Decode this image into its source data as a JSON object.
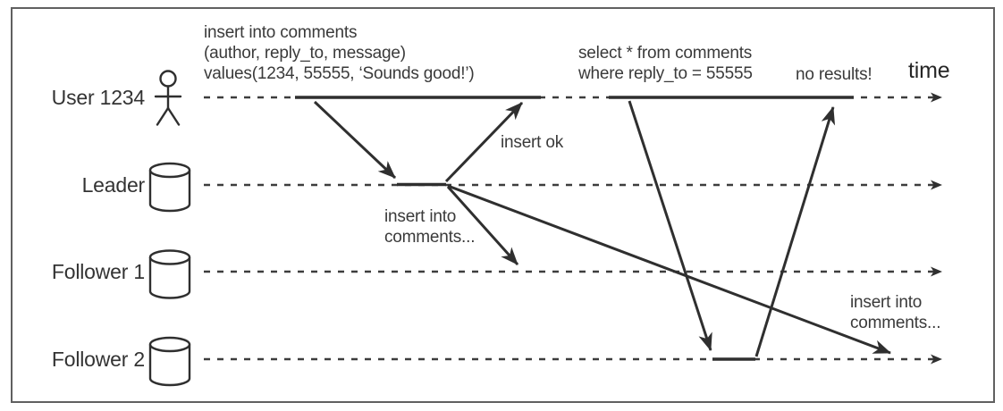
{
  "figure": {
    "type": "sequence-diagram",
    "topic": "leader-follower replication with replication lag",
    "colors": {
      "ink": "#333333",
      "stroke": "#2f2f2f",
      "timeline": "#3d3d3d",
      "frame_border": "#606060",
      "background": "#ffffff"
    }
  },
  "actors": [
    {
      "label": "User 1234",
      "icon": "person-icon"
    },
    {
      "label": "Leader",
      "icon": "database-cylinder-icon"
    },
    {
      "label": "Follower 1",
      "icon": "database-cylinder-icon"
    },
    {
      "label": "Follower 2",
      "icon": "database-cylinder-icon"
    }
  ],
  "annotations": {
    "insert_query": "insert into comments\n(author, reply_to, message)\nvalues(1234, 55555, ‘Sounds good!’)",
    "select_query": "select * from comments\nwhere reply_to = 55555",
    "insert_ok": "insert ok",
    "no_results": "no results!",
    "time_axis": "time",
    "replication_mid": "insert into\ncomments...",
    "replication_right": "insert into\ncomments..."
  },
  "messages": [
    {
      "name": "insert-request",
      "from": "User 1234",
      "to": "Leader"
    },
    {
      "name": "insert-ok-response",
      "from": "Leader",
      "to": "User 1234"
    },
    {
      "name": "replicate-to-follower-1",
      "from": "Leader",
      "to": "Follower 1"
    },
    {
      "name": "replicate-to-follower-2",
      "from": "Leader",
      "to": "Follower 2"
    },
    {
      "name": "select-request",
      "from": "User 1234",
      "to": "Follower 2"
    },
    {
      "name": "select-response-no-results",
      "from": "Follower 2",
      "to": "User 1234"
    }
  ]
}
